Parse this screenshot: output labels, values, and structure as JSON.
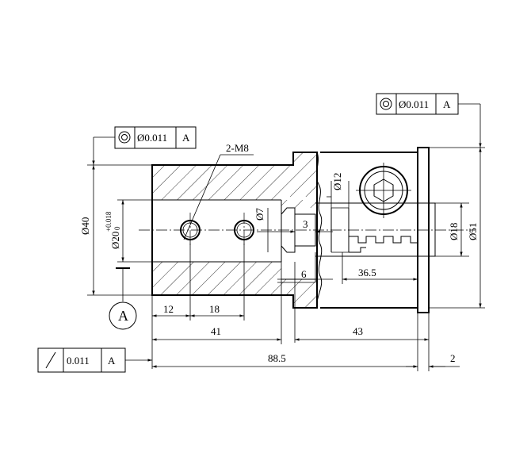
{
  "fcf_top_right": {
    "symbol": "circularity-concentricity",
    "value": "Ø0.011",
    "datum": "A"
  },
  "fcf_top_left": {
    "symbol": "circularity-concentricity",
    "value": "Ø0.011",
    "datum": "A"
  },
  "fcf_bottom": {
    "symbol": "circular-runout",
    "value": "0.011",
    "datum": "A"
  },
  "thread_callout": "2-M8",
  "datum_label": "A",
  "dimensions": {
    "d40": "Ø40",
    "d20": "Ø20",
    "d20_tol_upper": "+0.018",
    "d20_tol_lower": "0",
    "d7": "Ø7",
    "d12": "Ø12",
    "d18": "Ø18",
    "d51": "Ø51",
    "d3": "3",
    "d6": "6",
    "d36_5": "36.5",
    "d12_len": "12",
    "d18_len": "18",
    "d41": "41",
    "d43": "43",
    "d88_5": "88.5",
    "d2": "2"
  }
}
